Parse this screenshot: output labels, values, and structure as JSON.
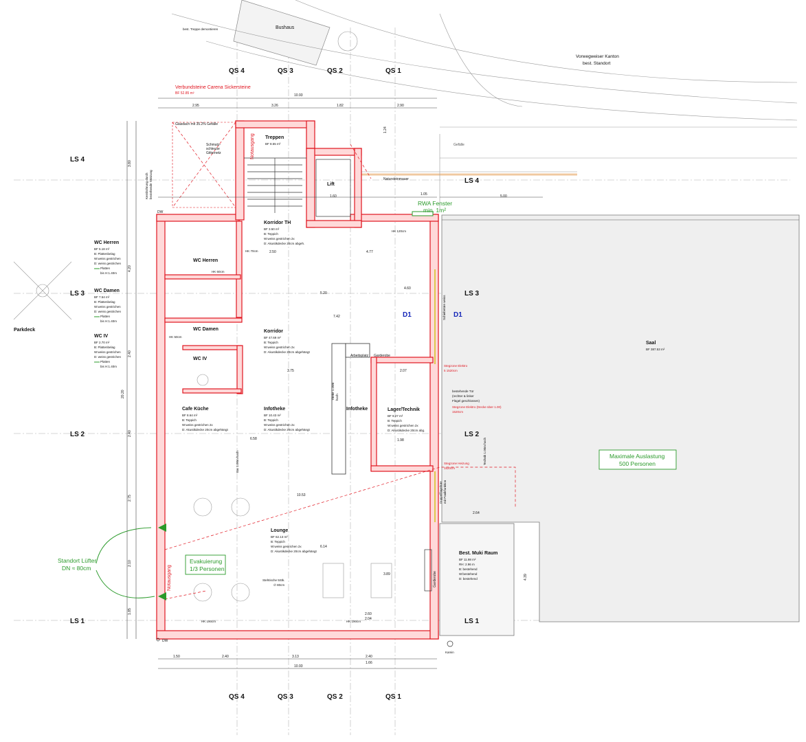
{
  "site": {
    "bushaus": "Bushaus",
    "treppe_note": "best. Treppe demontieren",
    "gefaelle": "Gefälle",
    "vorwegweiser_line1": "Vorwegweiser Kanton",
    "vorwegweiser_line2": "best. Standort",
    "natursteinmauer": "Natursteinmauer",
    "parkdeck": "Parkdeck",
    "verbundsteine": "Verbundsteine Carena Sickersteine",
    "verbundsteine_bf": "BF 52.85 m²",
    "kamin": "Kamin",
    "dw_top": "DW",
    "dw_bottom": "DW"
  },
  "sections": {
    "qs": [
      "QS 4",
      "QS 3",
      "QS 2",
      "QS 1"
    ],
    "ls": [
      "LS 4",
      "LS 3",
      "LS 2",
      "LS 1"
    ]
  },
  "dimensions": {
    "top_total": "10.93",
    "top_parts": [
      "2.95",
      "3.26",
      "1.82",
      "2.90"
    ],
    "bottom_total": "10.93",
    "bottom_parts": [
      "1.50",
      "2.40",
      "3.13",
      "2.40",
      "1.66"
    ],
    "left": [
      "3.80",
      "4.20",
      "2.40",
      "2.40",
      "2.75",
      "2.10",
      "1.85"
    ],
    "left_total": "20.20",
    "misc": [
      "5.20",
      "7.42",
      "10.53",
      "6.14",
      "5.00",
      "4.77",
      "2.64",
      "1.60",
      "3.75",
      "6.58",
      "4.60",
      "4.39",
      "3.89",
      "2.07",
      "2.50",
      "1.98",
      "2.60",
      "2.04",
      "1.24",
      "1.05"
    ]
  },
  "rooms": [
    {
      "id": "treppen",
      "name": "Treppen",
      "lines": [
        "BF 8.55 m²"
      ]
    },
    {
      "id": "lift",
      "name": "Lift",
      "lines": []
    },
    {
      "id": "korridor-th",
      "name": "Korridor TH",
      "lines": [
        "BF 3.50 m²",
        "B: Teppich",
        "W:weiss gestrichen 2x",
        "D: Akustikdecke 20cm abgeh."
      ]
    },
    {
      "id": "wc-herren",
      "name": "WC Herren",
      "lines": []
    },
    {
      "id": "wc-damen",
      "name": "WC Damen",
      "lines": []
    },
    {
      "id": "wc-iv",
      "name": "WC IV",
      "lines": []
    },
    {
      "id": "korridor",
      "name": "Korridor",
      "lines": [
        "BF 47.69 m²",
        "B: Teppich",
        "W:weiss gestrichen 2x",
        "D: Akustikdecke 20cm abgehängt"
      ]
    },
    {
      "id": "cafe-kueche",
      "name": "Cafe Küche",
      "lines": [
        "BF 8.64 m²",
        "B: Teppich",
        "W:weiss gestrichen 2x",
        "D: Akustikdecke 20cm abgehängt"
      ]
    },
    {
      "id": "infotheke-room",
      "name": "Infotheke",
      "lines": [
        "BF 10.43 m²",
        "B: Teppich",
        "W:weiss gestrichen 2x",
        "D: Akustikdecke 20cm abgehängt"
      ]
    },
    {
      "id": "infotheke-counter",
      "name": "Infotheke",
      "lines": []
    },
    {
      "id": "lager",
      "name": "Lager/Technik",
      "lines": [
        "BF 9.27 m²",
        "B: Teppich",
        "W:weiss gestrichen 2x",
        "D: Akustikdecke 20cm abg."
      ]
    },
    {
      "id": "lounge",
      "name": "Lounge",
      "lines": [
        "BF 62.13 m²",
        "B: Teppich",
        "W:weiss gestrichen 2x",
        "D: Akustikdecke 20cm abgehängt"
      ]
    },
    {
      "id": "muki",
      "name": "Best. Muki Raum",
      "lines": [
        "BF 11.98 m²",
        "RH: 2.96 m",
        "B: bestehend",
        "W:bestehend",
        "D: bestehend"
      ]
    },
    {
      "id": "saal",
      "name": "Saal",
      "lines": [
        "BF 387.53 m²"
      ]
    }
  ],
  "legend": [
    {
      "name": "WC Herren",
      "lines": [
        "BF 5.18 m²",
        "B: Plattenbelag",
        "W:weiss gestrichen",
        "D: weiss gestrichen",
        "Platten",
        "bis H:1.40m"
      ]
    },
    {
      "name": "WC Damen",
      "lines": [
        "BF 7.54 m²",
        "B: Plattenbelag",
        "W:weiss gestrichen",
        "D: weiss gestrichen",
        "Platten",
        "bis H:1.40m"
      ]
    },
    {
      "name": "WC IV",
      "lines": [
        "BF 2.70 m²",
        "B: Plattenbelag",
        "W:weiss gestrichen",
        "D: weiss gestrichen",
        "Platten",
        "bis H:1.40m"
      ]
    }
  ],
  "labels": {
    "notausgang_top": "Notausgang",
    "notausgang_bottom": "Notausgang",
    "schmutzschleuse": [
      "Schmutz-",
      "schleuse",
      "Gitternetz"
    ],
    "glasdach": "Glasdach mit 35.2% Gefälle",
    "kernbohrung": [
      "Kernbohrung durch",
      "bestehende Stützung"
    ],
    "rwa": [
      "RWA Fenster",
      "min. 1m²"
    ],
    "d1_left": "D1",
    "d1_right": "D1",
    "arbeitsplatz": "Arbeitsplatz",
    "garderobe_top": "Garderobe",
    "garderobe_side": "Garderobe",
    "theke": [
      "Theke 1.20m",
      "hoch"
    ],
    "bar": "Bar 1.00m hoch",
    "technik": "Technik 1.00m hoch",
    "tuer": [
      "bestehende Tür",
      "(rechter & linker",
      "Flügel geschlossen)"
    ],
    "stegzone1": [
      "Stegzone Elektro",
      "5 1520cm"
    ],
    "stegzone2": [
      "Stegzone Elektro (Decke über 1.00)",
      "1520cm"
    ],
    "stegzone3": [
      "Stegzone Heizung",
      "1520cm"
    ],
    "stehtische": [
      "Stehtische 5Stk.",
      "∅ 80cm"
    ],
    "hk": [
      "HK 70cm",
      "HK 60cm",
      "HK 50cm",
      "HK 120cm",
      "HK 190cm",
      "HK 190cm"
    ],
    "schiebetuere": "Schiebetüre weiss",
    "doppelfluegel": [
      "Doppelflügeltüre",
      "mit Panikfunktion"
    ]
  },
  "annotations": {
    "evakuierung": [
      "Evakuierung",
      "1/3 Personen"
    ],
    "auslastung": [
      "Maximale Auslastung",
      "500 Personen"
    ],
    "luefter": [
      "Standort Lüfter",
      "DN ≈ 80cm"
    ]
  },
  "colors": {
    "wall": "#e0151f",
    "wall_fill": "#ffd9d9",
    "hall_fill": "#efefef",
    "note_green": "#2a9a2a",
    "door_blue": "#1426b8"
  }
}
